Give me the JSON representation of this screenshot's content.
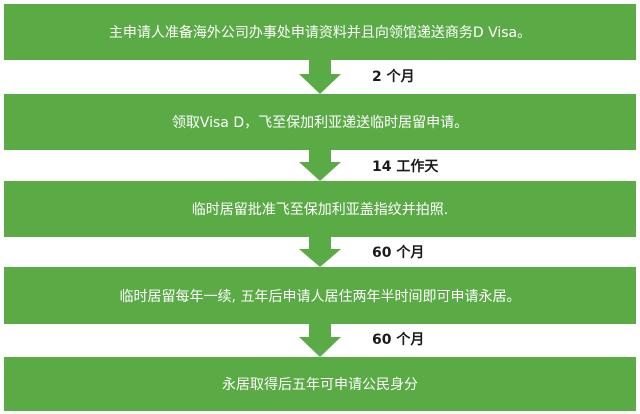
{
  "steps": [
    {
      "text": "主申请人准备海外公司办事处申请资料并且向领馆递送商务D Visa。"
    },
    {
      "text": "领取Visa D，飞至保加利亚递送临时居留申请。"
    },
    {
      "text": "临时居留批准飞至保加利亚盖指纹并拍照."
    },
    {
      "text": "临时居留每年一续, 五年后申请人居住两年半时间即可申请永居。"
    },
    {
      "text": "永居取得后五年可申请公民身分"
    }
  ],
  "durations": [
    {
      "text": "2 个月"
    },
    {
      "text": "14 工作天"
    },
    {
      "text": "60 个月"
    },
    {
      "text": "60 个月"
    }
  ],
  "colors": {
    "box": "#5aaa45",
    "arrow": "#5aaa45",
    "box_text": "#ffffff",
    "label_text": "#1a1a1a"
  }
}
